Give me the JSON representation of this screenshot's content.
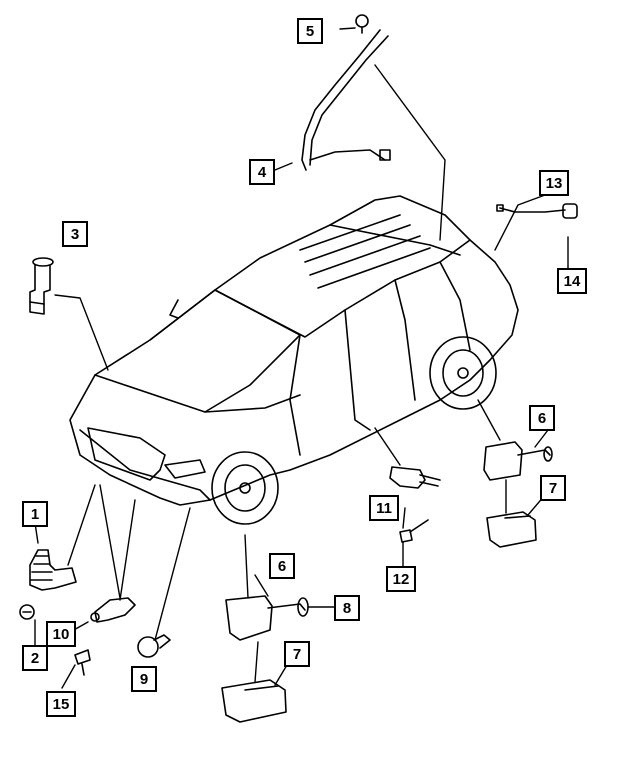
{
  "callouts": [
    {
      "id": "c1",
      "label": "1"
    },
    {
      "id": "c2",
      "label": "2"
    },
    {
      "id": "c3",
      "label": "3"
    },
    {
      "id": "c4",
      "label": "4"
    },
    {
      "id": "c5",
      "label": "5"
    },
    {
      "id": "c6a",
      "label": "6"
    },
    {
      "id": "c6b",
      "label": "6"
    },
    {
      "id": "c7a",
      "label": "7"
    },
    {
      "id": "c7b",
      "label": "7"
    },
    {
      "id": "c8",
      "label": "8"
    },
    {
      "id": "c9",
      "label": "9"
    },
    {
      "id": "c10",
      "label": "10"
    },
    {
      "id": "c11",
      "label": "11"
    },
    {
      "id": "c12",
      "label": "12"
    },
    {
      "id": "c13",
      "label": "13"
    },
    {
      "id": "c14",
      "label": "14"
    },
    {
      "id": "c15",
      "label": "15"
    }
  ],
  "colors": {
    "line": "#000000",
    "background": "#ffffff",
    "part_fill": "#d9d9d9"
  }
}
